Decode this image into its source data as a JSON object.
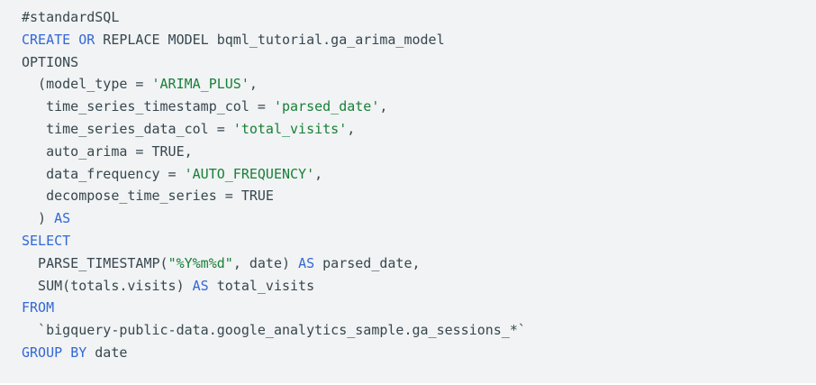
{
  "colors": {
    "background": "#f1f3f4",
    "text": "#37474f",
    "keyword": "#3367d6",
    "string": "#188038"
  },
  "code": {
    "language": "SQL",
    "lines": [
      [
        {
          "t": "txt",
          "v": "#standardSQL"
        }
      ],
      [
        {
          "t": "kw",
          "v": "CREATE"
        },
        {
          "t": "txt",
          "v": " "
        },
        {
          "t": "kw",
          "v": "OR"
        },
        {
          "t": "txt",
          "v": " REPLACE MODEL bqml_tutorial.ga_arima_model"
        }
      ],
      [
        {
          "t": "txt",
          "v": "OPTIONS"
        }
      ],
      [
        {
          "t": "txt",
          "v": "  (model_type = "
        },
        {
          "t": "str",
          "v": "'ARIMA_PLUS'"
        },
        {
          "t": "txt",
          "v": ","
        }
      ],
      [
        {
          "t": "txt",
          "v": "   time_series_timestamp_col = "
        },
        {
          "t": "str",
          "v": "'parsed_date'"
        },
        {
          "t": "txt",
          "v": ","
        }
      ],
      [
        {
          "t": "txt",
          "v": "   time_series_data_col = "
        },
        {
          "t": "str",
          "v": "'total_visits'"
        },
        {
          "t": "txt",
          "v": ","
        }
      ],
      [
        {
          "t": "txt",
          "v": "   auto_arima = TRUE,"
        }
      ],
      [
        {
          "t": "txt",
          "v": "   data_frequency = "
        },
        {
          "t": "str",
          "v": "'AUTO_FREQUENCY'"
        },
        {
          "t": "txt",
          "v": ","
        }
      ],
      [
        {
          "t": "txt",
          "v": "   decompose_time_series = TRUE"
        }
      ],
      [
        {
          "t": "txt",
          "v": "  ) "
        },
        {
          "t": "kw",
          "v": "AS"
        }
      ],
      [
        {
          "t": "kw",
          "v": "SELECT"
        }
      ],
      [
        {
          "t": "txt",
          "v": "  PARSE_TIMESTAMP("
        },
        {
          "t": "str",
          "v": "\"%Y%m%d\""
        },
        {
          "t": "txt",
          "v": ", date) "
        },
        {
          "t": "kw",
          "v": "AS"
        },
        {
          "t": "txt",
          "v": " parsed_date,"
        }
      ],
      [
        {
          "t": "txt",
          "v": "  SUM(totals.visits) "
        },
        {
          "t": "kw",
          "v": "AS"
        },
        {
          "t": "txt",
          "v": " total_visits"
        }
      ],
      [
        {
          "t": "kw",
          "v": "FROM"
        }
      ],
      [
        {
          "t": "txt",
          "v": "  `bigquery-public-data.google_analytics_sample.ga_sessions_*`"
        }
      ],
      [
        {
          "t": "kw",
          "v": "GROUP"
        },
        {
          "t": "txt",
          "v": " "
        },
        {
          "t": "kw",
          "v": "BY"
        },
        {
          "t": "txt",
          "v": " date"
        }
      ]
    ]
  }
}
